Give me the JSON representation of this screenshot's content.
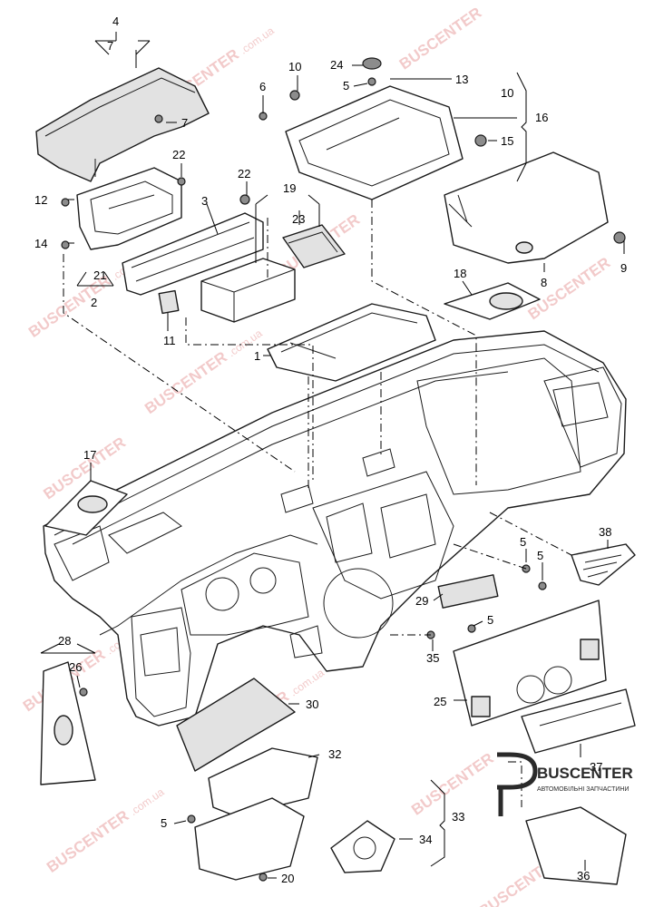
{
  "diagram": {
    "title": "Dashboard / instrument panel exploded parts diagram",
    "watermark_main": "BUSCENTER",
    "watermark_url": ".com.ua",
    "logo": {
      "name": "BUSCENTER",
      "tagline": "АВТОМОБІЛЬНІ ЗАПЧАСТИНИ"
    },
    "callouts": {
      "p1": "1",
      "p2": "2",
      "p3": "3",
      "p4": "4",
      "p5a": "5",
      "p5b": "5",
      "p5c": "5",
      "p5d": "5",
      "p5e": "5",
      "p6": "6",
      "p7a": "7",
      "p7b": "7",
      "p8": "8",
      "p9": "9",
      "p10a": "10",
      "p10b": "10",
      "p11": "11",
      "p12": "12",
      "p13": "13",
      "p14": "14",
      "p15": "15",
      "p16": "16",
      "p17": "17",
      "p18": "18",
      "p19": "19",
      "p20": "20",
      "p21": "21",
      "p22a": "22",
      "p22b": "22",
      "p23": "23",
      "p24": "24",
      "p25": "25",
      "p26": "26",
      "p28": "28",
      "p29": "29",
      "p30": "30",
      "p32": "32",
      "p33": "33",
      "p34": "34",
      "p35": "35",
      "p36": "36",
      "p37": "37",
      "p38": "38"
    }
  }
}
